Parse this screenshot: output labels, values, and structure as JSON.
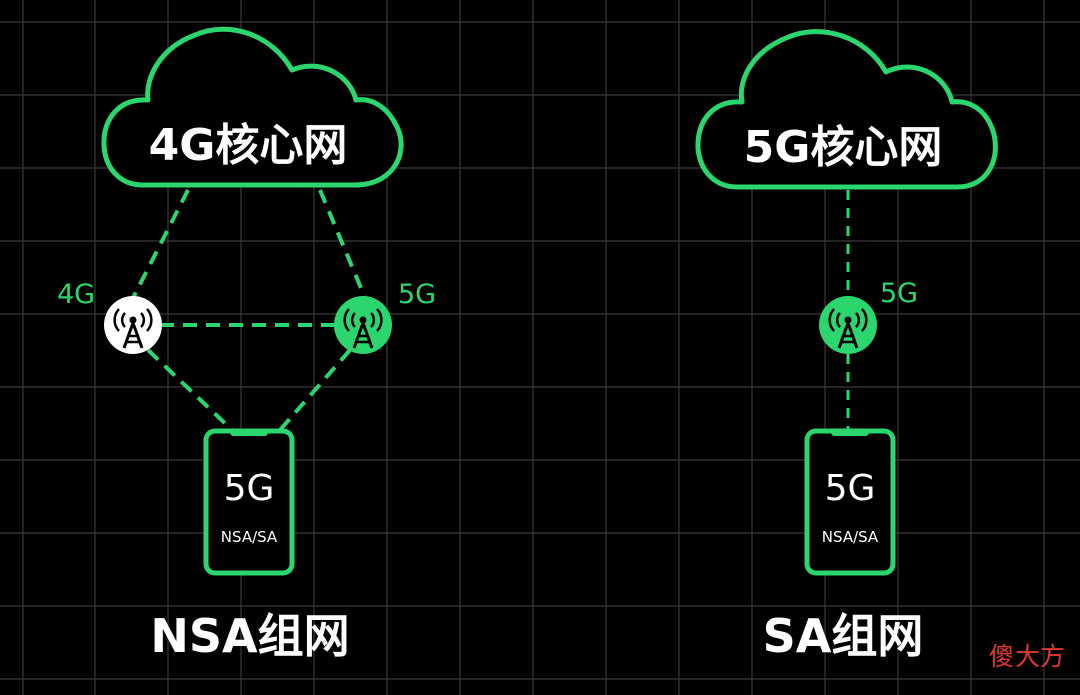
{
  "nsa": {
    "core_label": "4G核心网",
    "station_4g_label": "4G",
    "station_5g_label": "5G",
    "phone_main": "5G",
    "phone_sub": "NSA/SA",
    "caption": "NSA组网"
  },
  "sa": {
    "core_label": "5G核心网",
    "station_5g_label": "5G",
    "phone_main": "5G",
    "phone_sub": "NSA/SA",
    "caption": "SA组网"
  },
  "watermark": {
    "char1": "傻",
    "char2": "大方"
  },
  "colors": {
    "accent": "#2bd66e",
    "background": "#000000",
    "grid": "#3a3a3a",
    "station_4g_fill": "#ffffff",
    "station_5g_fill": "#2bd66e",
    "watermark": "#e03a2c"
  },
  "icons": [
    "cell-tower-icon"
  ]
}
